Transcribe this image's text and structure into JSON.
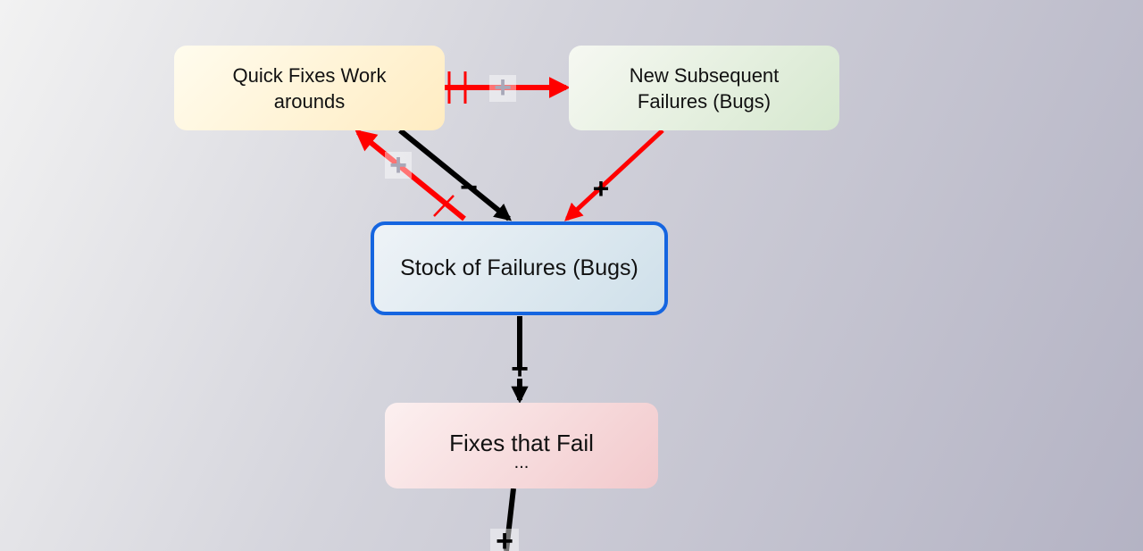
{
  "diagram": {
    "nodes": {
      "quick_fixes": {
        "label": "Quick Fixes Work arounds"
      },
      "new_failures": {
        "label": "New Subsequent Failures (Bugs)"
      },
      "stock": {
        "label": "Stock of Failures (Bugs)"
      },
      "fixes_fail": {
        "label": "Fixes that Fail",
        "more": "..."
      }
    },
    "links": [
      {
        "from": "Quick Fixes Work arounds",
        "to": "New Subsequent Failures (Bugs)",
        "polarity": "+",
        "color": "#ff0000",
        "delay": true
      },
      {
        "from": "Quick Fixes Work arounds",
        "to": "Stock of Failures (Bugs)",
        "polarity": "−",
        "color": "#000000"
      },
      {
        "from": "Stock of Failures (Bugs)",
        "to": "Quick Fixes Work arounds",
        "polarity": "+",
        "color": "#ff0000",
        "delay": true
      },
      {
        "from": "New Subsequent Failures (Bugs)",
        "to": "Stock of Failures (Bugs)",
        "polarity": "+",
        "color": "#ff0000"
      },
      {
        "from": "Stock of Failures (Bugs)",
        "to": "Fixes that Fail",
        "polarity": "+",
        "color": "#000000"
      },
      {
        "from": "Fixes that Fail",
        "to": "",
        "polarity": "+",
        "color": "#000000"
      }
    ],
    "colors": {
      "stock_border": "#1565e0",
      "quick_fixes_fill": "#ffefc8",
      "new_failures_fill": "#dcebd5",
      "fixes_fail_fill": "#f4cdd0",
      "faded_polarity": "#a8a8b8"
    }
  }
}
